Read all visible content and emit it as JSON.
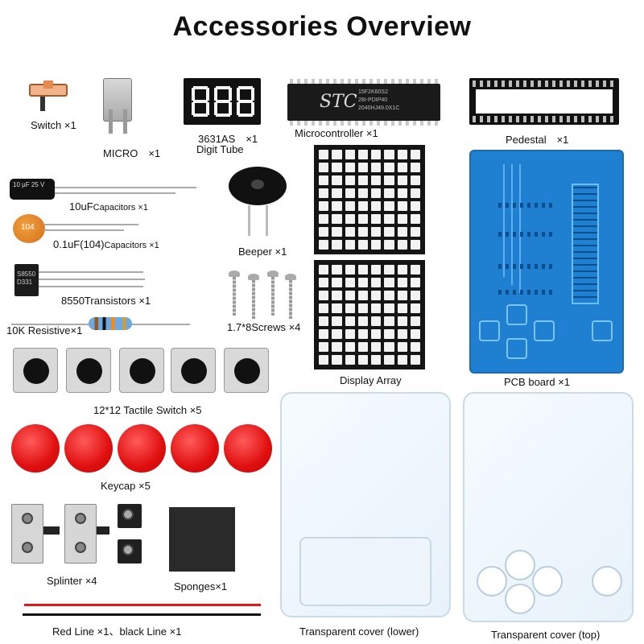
{
  "title": "Accessories Overview",
  "items": {
    "switch": "Switch ×1",
    "micro": "MICRO　×1",
    "digit_tube_name": "3631AS　×1",
    "digit_tube_sub": "Digit Tube",
    "microcontroller": "Microcontroller ×1",
    "chip_brand": "STC",
    "chip_text": "15F2K60S2\n28I-PDIP40\n2040HJ49.0X1C",
    "pedestal": "Pedestal　×1",
    "cap_10uf_a": "10uF",
    "cap_10uf_b": "Capacitors ×1",
    "cap_104_a": "0.1uF(104)",
    "cap_104_b": "Capacitors ×1",
    "cap_104_mark": "104",
    "cap_10uf_mark": "10 µF 25 V",
    "beeper": "Beeper ×1",
    "transistor_a": "8550",
    "transistor_b": "Transistors ×1",
    "transistor_mark": "S8550 D331",
    "resistor": "10K Resistive×1",
    "screws": "1.7*8Screws ×4",
    "display_array": "Display Array",
    "pcb": "PCB board ×1",
    "tactile": "12*12 Tactile Switch ×5",
    "keycap": "Keycap ×5",
    "splinter": "Splinter ×4",
    "sponges": "Sponges×1",
    "lines": "Red Line ×1、black Line ×1",
    "cover_lower": "Transparent cover (lower)",
    "cover_top": "Transparent cover (top)"
  }
}
